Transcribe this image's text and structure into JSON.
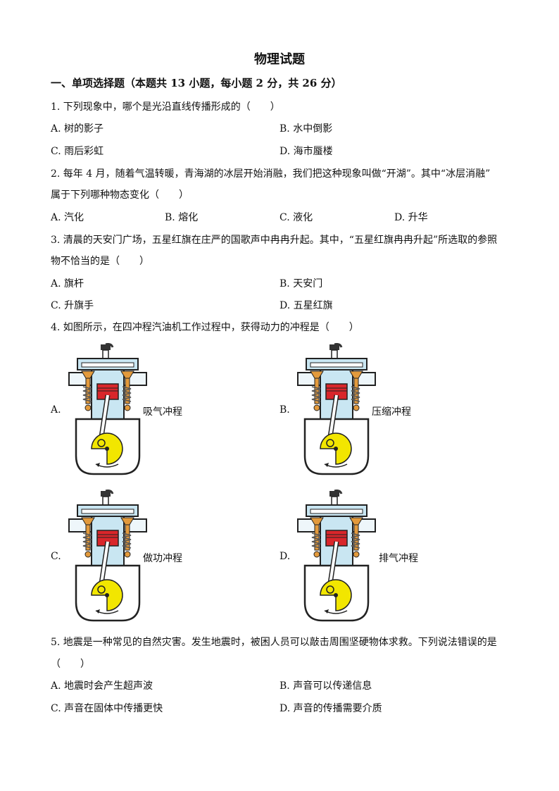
{
  "title": "物理试题",
  "section1": "一、单项选择题（本题共 13 小题，每小题 2 分，共 26 分）",
  "q1": {
    "stem": "1. 下列现象中，哪个是光沿直线传播形成的（　　）",
    "A": "A.  树的影子",
    "B": "B.  水中倒影",
    "C": "C.  雨后彩虹",
    "D": "D.  海市蜃楼"
  },
  "q2": {
    "stem_line1": "2. 每年 4 月，随着气温转暖，青海湖的冰层开始消融，我们把这种现象叫做“开湖”。其中“冰层消融”",
    "stem_line2": "属于下列哪种物态变化（　　）",
    "A": "A.  汽化",
    "B": "B.  熔化",
    "C": "C.  液化",
    "D": "D.  升华"
  },
  "q3": {
    "stem_line1": "3. 清晨的天安门广场，五星红旗在庄严的国歌声中冉冉升起。其中，“五星红旗冉冉升起”所选取的参照",
    "stem_line2": "物不恰当的是（　　）",
    "A": "A.  旗杆",
    "B": "B.  天安门",
    "C": "C.  升旗手",
    "D": "D.  五星红旗"
  },
  "q4": {
    "stem": "4. 如图所示，在四冲程汽油机工作过程中，获得动力的冲程是（　　）",
    "A_letter": "A.",
    "A_label": "吸气冲程",
    "B_letter": "B.",
    "B_label": "压缩冲程",
    "C_letter": "C.",
    "C_label": "做功冲程",
    "D_letter": "D.",
    "D_label": "排气冲程"
  },
  "q5": {
    "stem_line1": "5. 地震是一种常见的自然灾害。发生地震时，被困人员可以敲击周围坚硬物体求救。下列说法错误的是",
    "stem_line2": "（　　）",
    "A": "A.  地震时会产生超声波",
    "B": "B.  声音可以传递信息",
    "C": "C.  声音在固体中传播更快",
    "D": "D.  声音的传播需要介质"
  },
  "colors": {
    "cylinder": "#c9e6f2",
    "outline": "#222222",
    "piston": "#d9262b",
    "valve": "#e39a3c",
    "crank": "#f2e600",
    "spring": "#666666"
  }
}
